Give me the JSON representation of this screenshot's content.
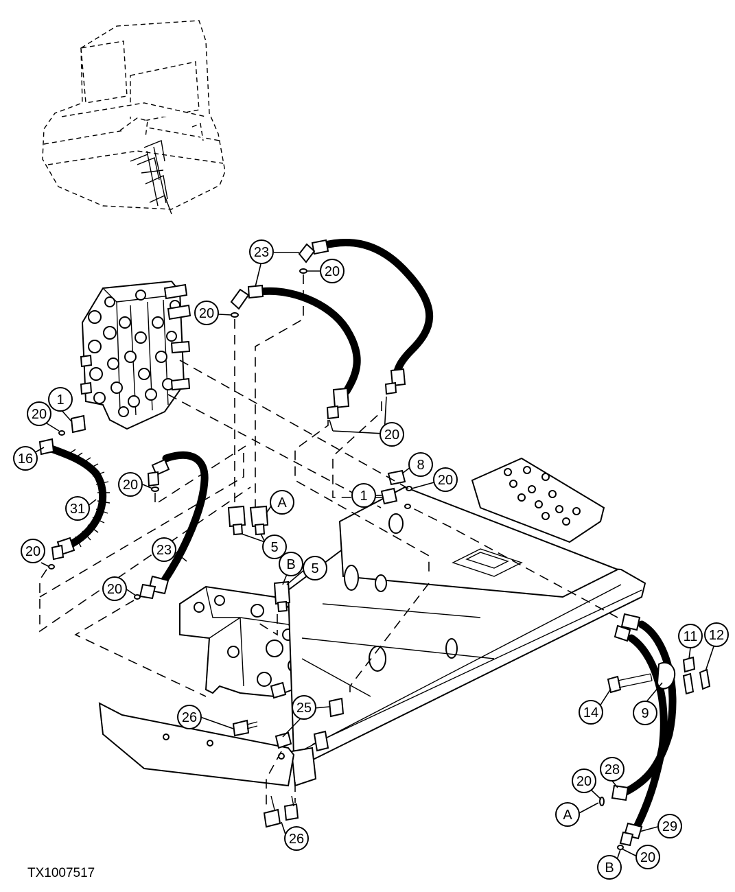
{
  "figure_id": "TX1007517",
  "callouts": {
    "c1a": "1",
    "c1b": "1",
    "c5a": "5",
    "c5b": "5",
    "c8": "8",
    "c9": "9",
    "c11": "11",
    "c12": "12",
    "c14": "14",
    "c16": "16",
    "c20a": "20",
    "c20b": "20",
    "c20c": "20",
    "c20d": "20",
    "c20e": "20",
    "c20f": "20",
    "c20g": "20",
    "c20h": "20",
    "c20i": "20",
    "c20j": "20",
    "c23a": "23",
    "c23b": "23",
    "c25": "25",
    "c26a": "26",
    "c26b": "26",
    "c28": "28",
    "c29": "29",
    "c31": "31",
    "cAa": "A",
    "cAb": "A",
    "cBa": "B",
    "cBb": "B"
  }
}
